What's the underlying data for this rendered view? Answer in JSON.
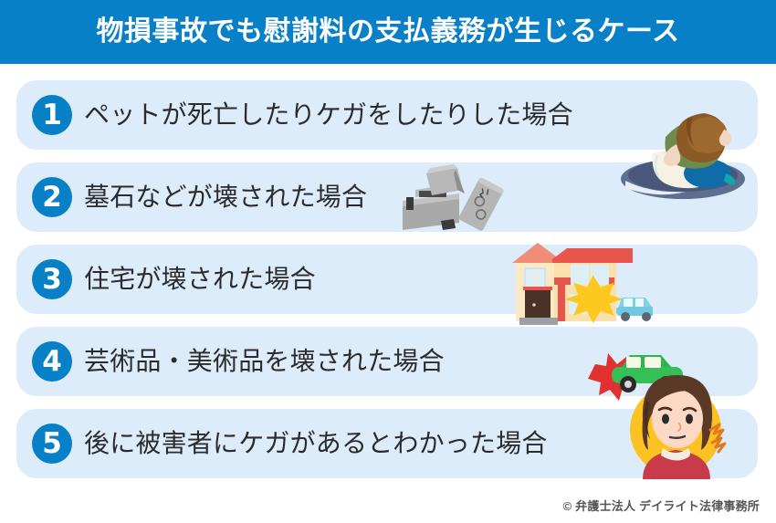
{
  "header": {
    "title": "物損事故でも慰謝料の支払義務が生じるケース",
    "background_color": "#0880c8",
    "text_color": "#ffffff"
  },
  "theme": {
    "accent_blue": "#0880c8",
    "row_background": "#ddecfa",
    "row_text_color": "#2b2b2b",
    "page_background": "#ffffff"
  },
  "cases": [
    {
      "number": "1",
      "text": "ペットが死亡したりケガをしたりした場合",
      "illustration": "person-hugging-pet-icon"
    },
    {
      "number": "2",
      "text": "墓石などが壊された場合",
      "illustration": "broken-gravestone-icon"
    },
    {
      "number": "3",
      "text": "住宅が壊された場合",
      "illustration": "house-hit-by-car-icon"
    },
    {
      "number": "4",
      "text": "芸術品・美術品を壊された場合",
      "illustration": "green-car-crash-icon"
    },
    {
      "number": "5",
      "text": "後に被害者にケガがあるとわかった場合",
      "illustration": "injured-woman-icon"
    }
  ],
  "footer": {
    "copyright": "© 弁護士法人 デイライト法律事務所"
  }
}
